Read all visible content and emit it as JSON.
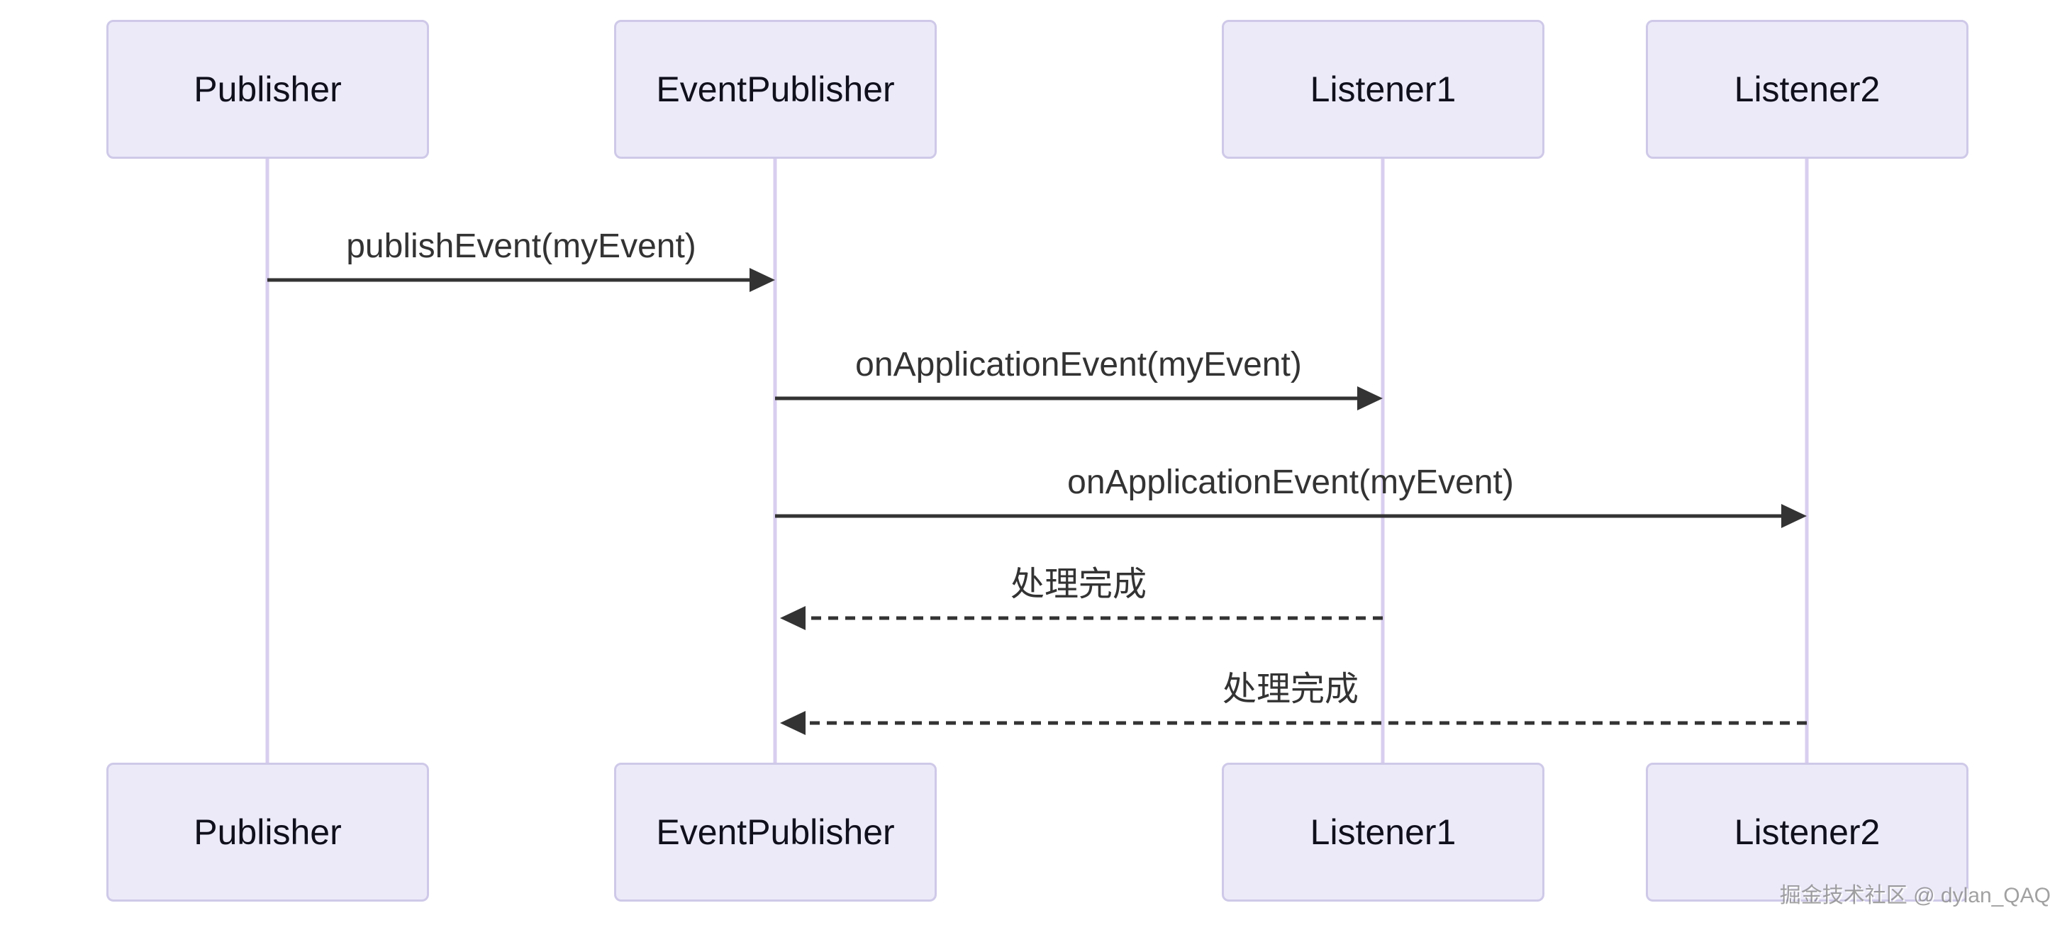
{
  "diagram": {
    "type": "sequence",
    "participants": [
      {
        "id": "publisher",
        "label": "Publisher"
      },
      {
        "id": "eventPublisher",
        "label": "EventPublisher"
      },
      {
        "id": "listener1",
        "label": "Listener1"
      },
      {
        "id": "listener2",
        "label": "Listener2"
      }
    ],
    "messages": [
      {
        "from": "Publisher",
        "to": "EventPublisher",
        "label": "publishEvent(myEvent)",
        "line": "solid",
        "arrowhead": "filled"
      },
      {
        "from": "EventPublisher",
        "to": "Listener1",
        "label": "onApplicationEvent(myEvent)",
        "line": "solid",
        "arrowhead": "filled"
      },
      {
        "from": "EventPublisher",
        "to": "Listener2",
        "label": "onApplicationEvent(myEvent)",
        "line": "solid",
        "arrowhead": "filled"
      },
      {
        "from": "Listener1",
        "to": "EventPublisher",
        "label": "处理完成",
        "line": "dashed",
        "arrowhead": "filled"
      },
      {
        "from": "Listener2",
        "to": "EventPublisher",
        "label": "处理完成",
        "line": "dashed",
        "arrowhead": "filled"
      }
    ]
  },
  "watermark": {
    "text": "掘金技术社区 @ dylan_QAQ"
  },
  "colors": {
    "background": "#ffffff",
    "actor_fill": "#ECEAF9",
    "actor_border": "#CFC9E8",
    "actor_text": "#10101d",
    "lifeline": "#D8CEEE",
    "arrow": "#333333",
    "message_text": "#333333",
    "watermark_text": "#7d7d7d"
  }
}
